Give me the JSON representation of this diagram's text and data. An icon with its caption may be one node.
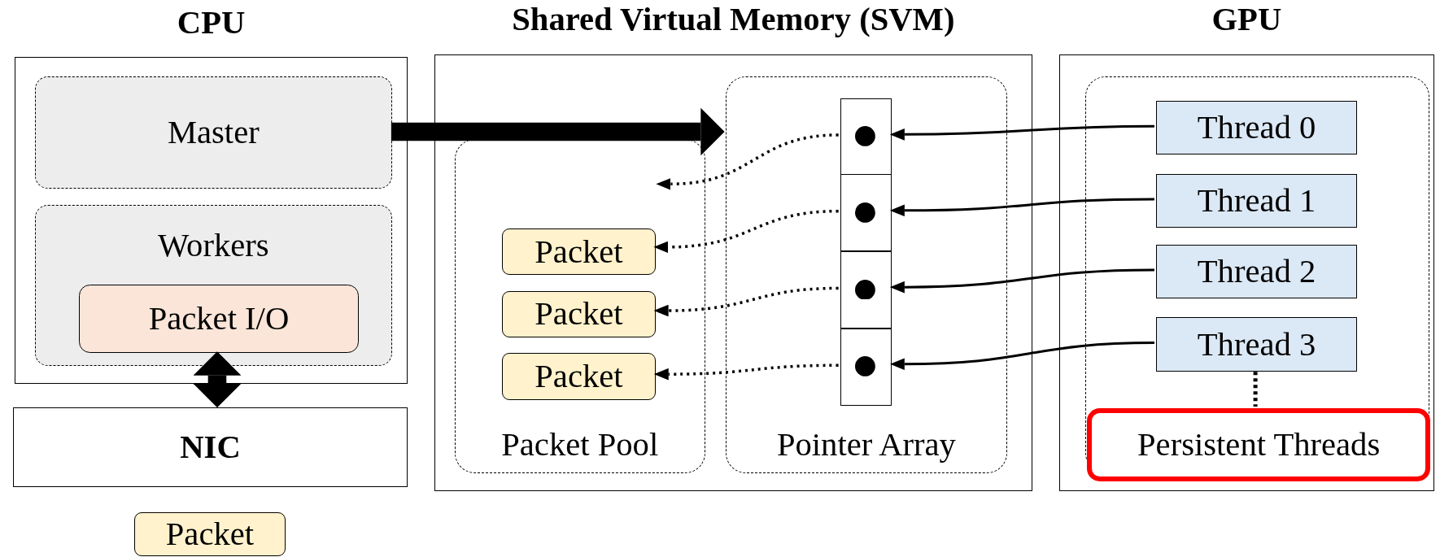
{
  "diagram": {
    "nodes": [
      {
        "text": [
          "CPU"
        ]
      },
      {
        "text": [
          "Master"
        ],
        "in": 0
      },
      {
        "text": [
          "Workers"
        ],
        "in": 0
      },
      {
        "text": [
          "Packet I/O"
        ],
        "in": 2
      },
      {
        "text": [
          "NIC"
        ]
      },
      {
        "text": [
          "Packet"
        ]
      },
      {
        "text": [
          "Shared Virtual Memory (SVM)"
        ]
      },
      {
        "text": [
          "Packet Pool"
        ],
        "in": 6
      },
      {
        "text": [
          "Packet"
        ],
        "in": 7
      },
      {
        "text": [
          "Packet"
        ],
        "in": 7
      },
      {
        "text": [
          "Packet"
        ],
        "in": 7
      },
      {
        "text": [
          "Pointer Array"
        ],
        "in": 6
      },
      {
        "text": [],
        "shape": "box",
        "in": 11
      },
      {
        "text": [],
        "shape": "box",
        "in": 11
      },
      {
        "text": [],
        "shape": "box",
        "in": 11
      },
      {
        "text": [],
        "shape": "box",
        "in": 11
      },
      {
        "text": [
          "GPU"
        ]
      },
      {
        "text": [
          "Persistent Threads"
        ],
        "in": 16
      },
      {
        "text": [
          "Thread 0"
        ],
        "in": 17
      },
      {
        "text": [
          "Thread 1"
        ],
        "in": 17
      },
      {
        "text": [
          "Thread 2"
        ],
        "in": 17
      },
      {
        "text": [
          "Thread 3"
        ],
        "in": 17
      }
    ],
    "edges": [
      {
        "from": 1,
        "to": 11,
        "arrow": "to",
        "style": "thick"
      },
      {
        "from": 3,
        "to": 4,
        "arrow": "both",
        "style": "thick"
      },
      {
        "from": 18,
        "to": 12,
        "arrow": "to"
      },
      {
        "from": 19,
        "to": 13,
        "arrow": "to"
      },
      {
        "from": 20,
        "to": 14,
        "arrow": "to"
      },
      {
        "from": 21,
        "to": 15,
        "arrow": "to"
      },
      {
        "from": 12,
        "to": 7,
        "arrow": "to",
        "style": "dashed"
      },
      {
        "from": 13,
        "to": 8,
        "arrow": "to",
        "style": "dashed"
      },
      {
        "from": 14,
        "to": 9,
        "arrow": "to",
        "style": "dashed"
      },
      {
        "from": 15,
        "to": 10,
        "arrow": "to",
        "style": "dashed"
      }
    ]
  }
}
